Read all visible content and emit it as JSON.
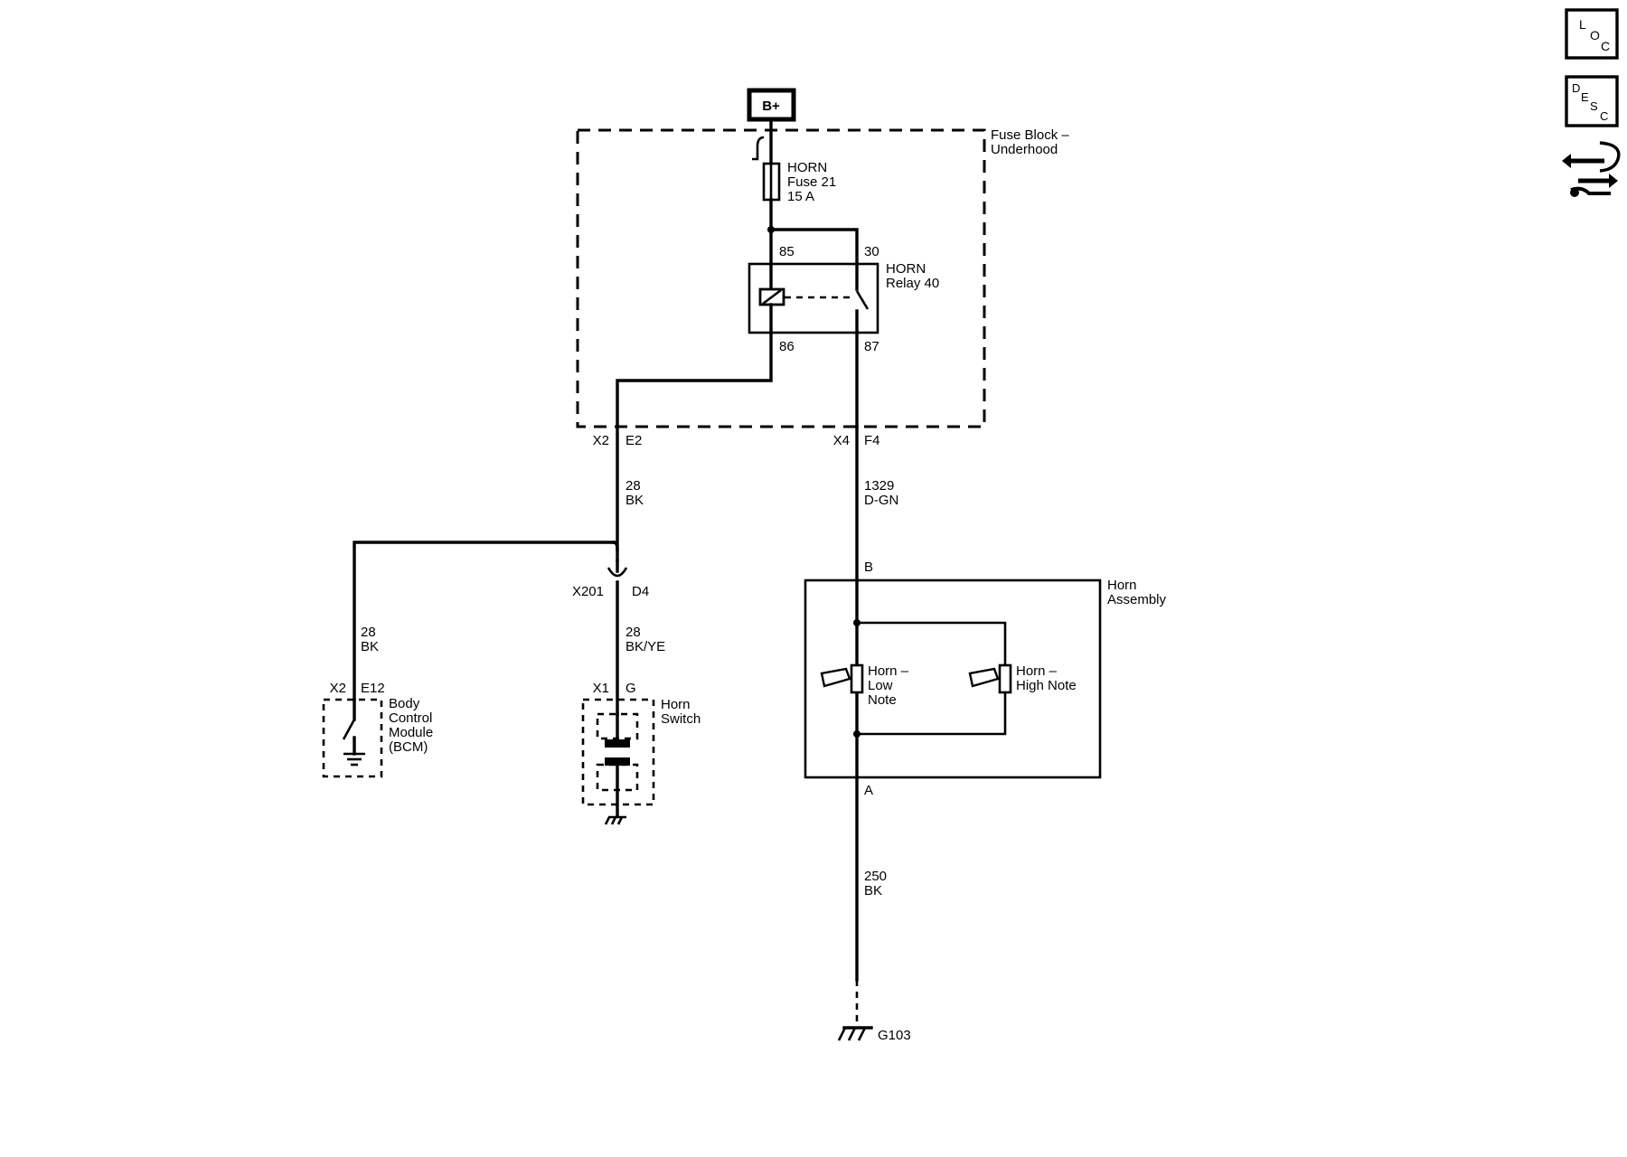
{
  "power": {
    "label": "B+"
  },
  "fuse_block": {
    "line1": "Fuse Block –",
    "line2": "Underhood"
  },
  "fuse": {
    "line1": "HORN",
    "line2": "Fuse 21",
    "line3": "15 A"
  },
  "relay": {
    "line1": "HORN",
    "line2": "Relay 40",
    "pin_85": "85",
    "pin_30": "30",
    "pin_86": "86",
    "pin_87": "87"
  },
  "connectors": {
    "x2_left": "X2",
    "e2": "E2",
    "x4": "X4",
    "f4": "F4",
    "x201": "X201",
    "d4": "D4",
    "x2_bcm": "X2",
    "e12": "E12",
    "x1": "X1",
    "g": "G",
    "pin_b": "B",
    "pin_a": "A"
  },
  "wires": {
    "w28_upper": {
      "circuit": "28",
      "color": "BK"
    },
    "w1329": {
      "circuit": "1329",
      "color": "D-GN"
    },
    "w28_bcm": {
      "circuit": "28",
      "color": "BK"
    },
    "w28_switch": {
      "circuit": "28",
      "color": "BK/YE"
    },
    "w250": {
      "circuit": "250",
      "color": "BK"
    }
  },
  "bcm": {
    "line1": "Body",
    "line2": "Control",
    "line3": "Module",
    "line4": "(BCM)"
  },
  "horn_switch": {
    "line1": "Horn",
    "line2": "Switch"
  },
  "horn_assembly": {
    "line1": "Horn",
    "line2": "Assembly"
  },
  "horn_low": {
    "line1": "Horn –",
    "line2": "Low",
    "line3": "Note"
  },
  "horn_high": {
    "line1": "Horn –",
    "line2": "High Note"
  },
  "ground": {
    "label": "G103"
  },
  "nav": {
    "loc": {
      "l": "L",
      "o": "O",
      "c": "C"
    },
    "desc": {
      "d": "D",
      "e": "E",
      "s": "S",
      "c": "C"
    }
  }
}
